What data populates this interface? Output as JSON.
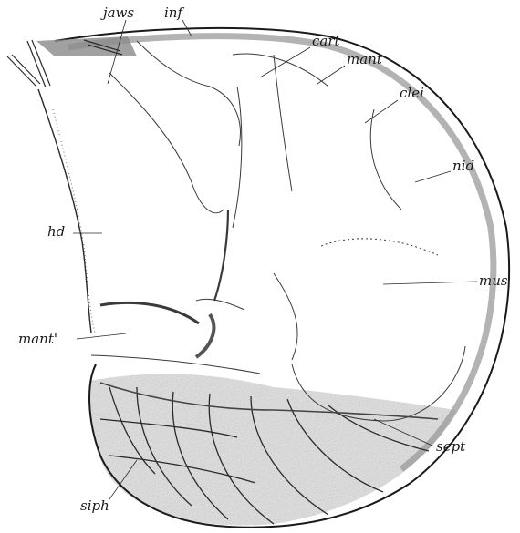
{
  "figure": {
    "labels": {
      "jaws": "jaws",
      "inf": "inf",
      "cart": "cart",
      "mant": "mant",
      "clei": "clei",
      "nid": "nid",
      "hd": "hd",
      "mus": "mus",
      "mant2": "mant'",
      "sept": "sept",
      "siph": "siph"
    },
    "colors": {
      "ink": "#1a1a1a",
      "shell_shade": "#9a9a9a",
      "chamber_fill": "#e4e4e4",
      "paper": "#ffffff"
    }
  }
}
